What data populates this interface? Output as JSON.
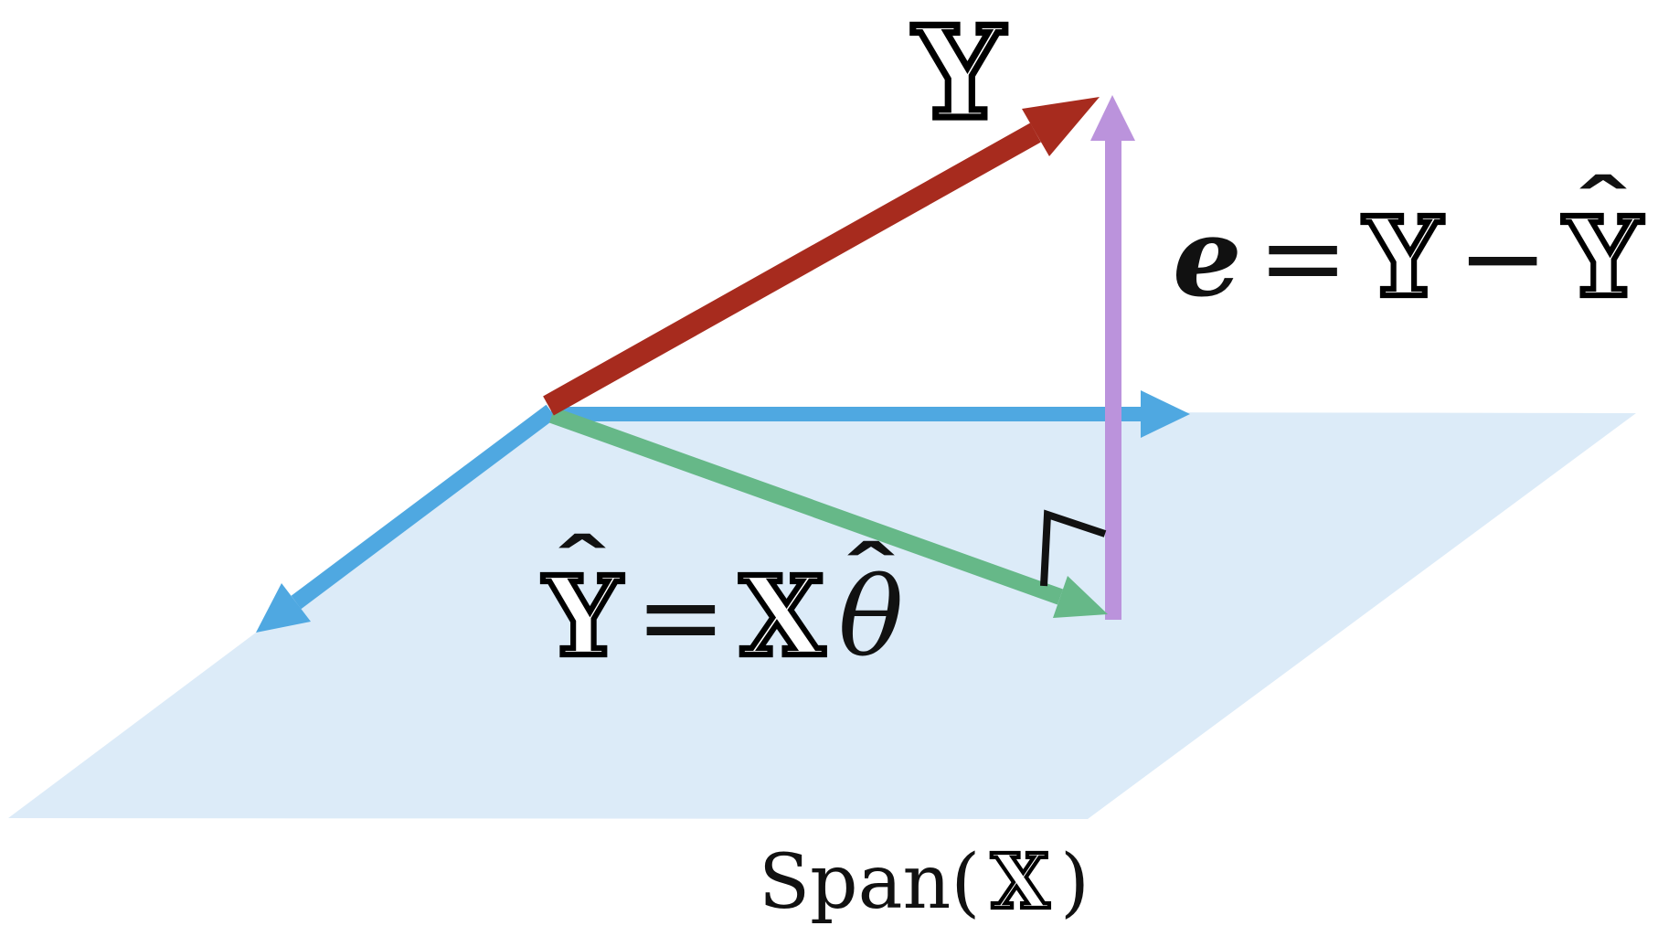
{
  "diagram": {
    "description": "Orthogonal projection of Y onto the column span of X (least squares geometry)",
    "colors": {
      "red": "#A72B1E",
      "blue": "#4FA8E1",
      "green": "#66B888",
      "purple": "#BB93DC",
      "black": "#111111",
      "plane_fill": "#DCEBF8"
    },
    "arrows": [
      {
        "id": "y-vector",
        "color_key": "red"
      },
      {
        "id": "projection-vector",
        "color_key": "green"
      },
      {
        "id": "residual-vector",
        "color_key": "purple"
      },
      {
        "id": "basis-vector-right",
        "color_key": "blue"
      },
      {
        "id": "basis-vector-left",
        "color_key": "blue"
      }
    ],
    "labels": {
      "y_top": "Y",
      "e_var": "e",
      "equals": "=",
      "y_bb": "Y",
      "minus": "−",
      "yhat_base": "Y",
      "hat": "ˆ",
      "x_bb": "X",
      "theta": "θ",
      "span_prefix": "Span(",
      "span_x": "X",
      "span_suffix": ")"
    }
  }
}
